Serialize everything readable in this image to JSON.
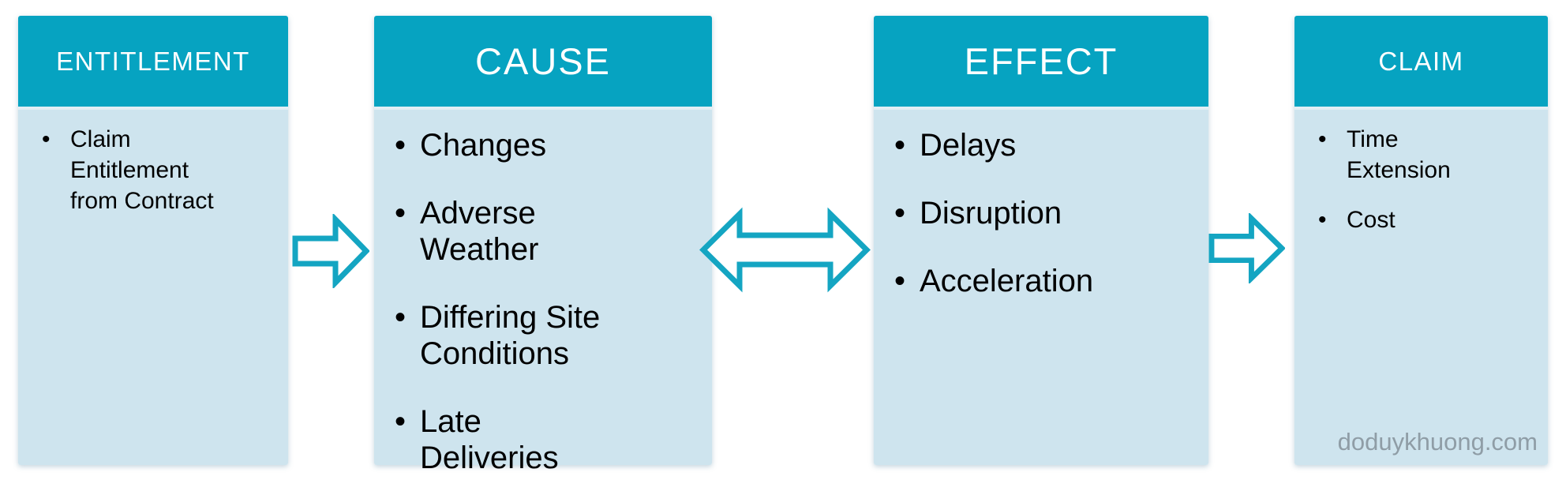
{
  "diagram": {
    "watermark": "doduykhuong.com"
  },
  "colors": {
    "header_bg": "#06a3c1",
    "header_text": "#ffffff",
    "body_bg": "#cee4ee",
    "body_highlight": "#e2eff5",
    "body_text": "#000000",
    "arrow_stroke": "#14a5c2",
    "arrow_fill": "#ffffff",
    "watermark_color": "#8f9da6"
  },
  "boxes": [
    {
      "id": "entitlement",
      "title": "ENTITLEMENT",
      "items": [
        "Claim Entitlement from Contract"
      ]
    },
    {
      "id": "cause",
      "title": "CAUSE",
      "items": [
        "Changes",
        "Adverse Weather",
        "Differing Site Conditions",
        "Late Deliveries"
      ]
    },
    {
      "id": "effect",
      "title": "EFFECT",
      "items": [
        "Delays",
        "Disruption",
        "Acceleration"
      ]
    },
    {
      "id": "claim",
      "title": "CLAIM",
      "items": [
        "Time Extension",
        "Cost"
      ]
    }
  ],
  "arrows": [
    {
      "name": "entitlement-to-cause",
      "type": "right-arrow"
    },
    {
      "name": "cause-effect-bidirectional",
      "type": "double-arrow"
    },
    {
      "name": "effect-to-claim",
      "type": "right-arrow"
    }
  ]
}
